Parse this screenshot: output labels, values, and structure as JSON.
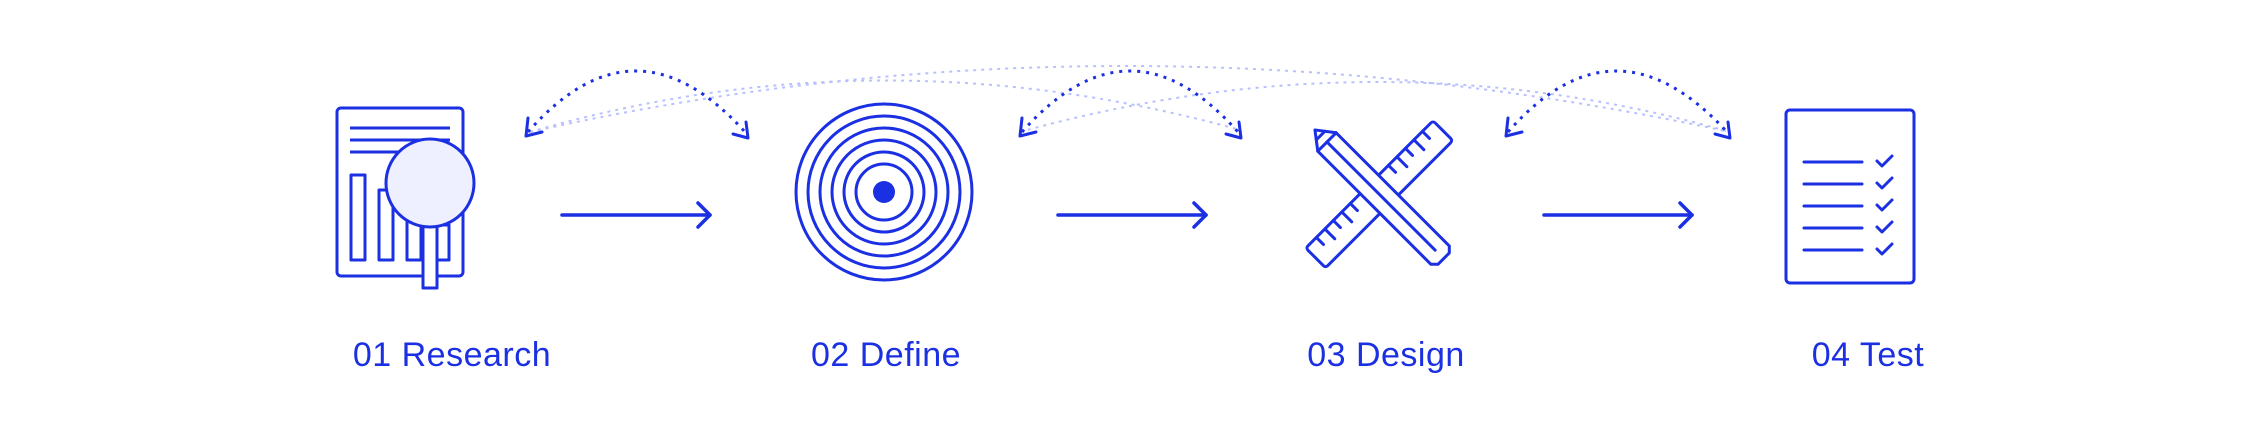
{
  "colors": {
    "primary": "#1b2fe3",
    "faint": "#b8c0ff",
    "fill": "#eef0ff"
  },
  "steps": [
    {
      "label": "01 Research",
      "icon": "research-report-magnifier-icon"
    },
    {
      "label": "02 Define",
      "icon": "target-icon"
    },
    {
      "label": "03 Design",
      "icon": "pencil-ruler-icon"
    },
    {
      "label": "04 Test",
      "icon": "checklist-icon"
    }
  ]
}
